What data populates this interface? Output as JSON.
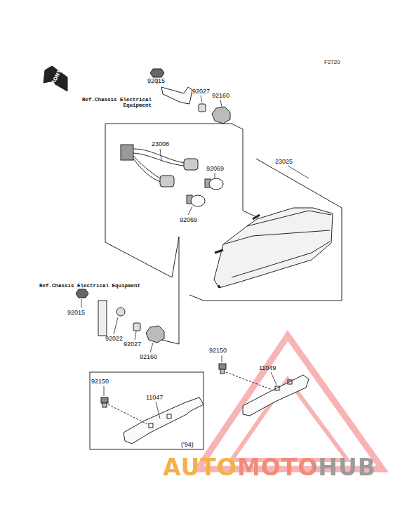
{
  "diagram": {
    "labels": [
      "F2720",
      "FRONT",
      "92015",
      "Ref.Chassis Electrical Equipment",
      "92027",
      "92160",
      "23008",
      "92069",
      "23025",
      "92069",
      "Ref.Chassis Electrical Equipment",
      "92015",
      "92022",
      "92027",
      "92160",
      "92150",
      "11049",
      "92150",
      "11047",
      "('94)",
      "AUTOMOTOHUB"
    ]
  }
}
